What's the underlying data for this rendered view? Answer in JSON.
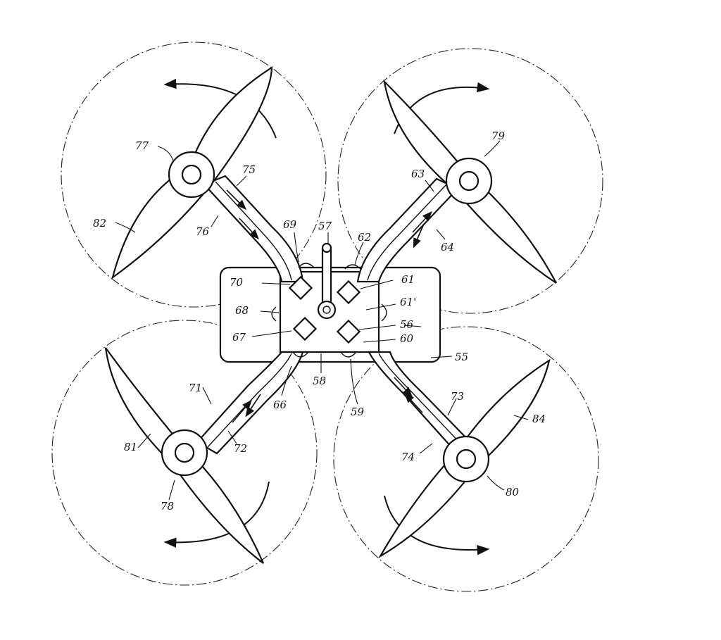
{
  "labels": {
    "r55": "55",
    "r56": "56",
    "r57": "57",
    "r58": "58",
    "r59": "59",
    "r60": "60",
    "r61": "61",
    "r61p": "61'",
    "r62": "62",
    "r63": "63",
    "r64": "64",
    "r66": "66",
    "r67": "67",
    "r68": "68",
    "r69": "69",
    "r70": "70",
    "r71": "71",
    "r72": "72",
    "r73": "73",
    "r74": "74",
    "r75": "75",
    "r76": "76",
    "r77": "77",
    "r78": "78",
    "r79": "79",
    "r80": "80",
    "r81": "81",
    "r82": "82",
    "r84": "84"
  },
  "colors": {
    "ink": "#111111",
    "paper": "#ffffff"
  }
}
